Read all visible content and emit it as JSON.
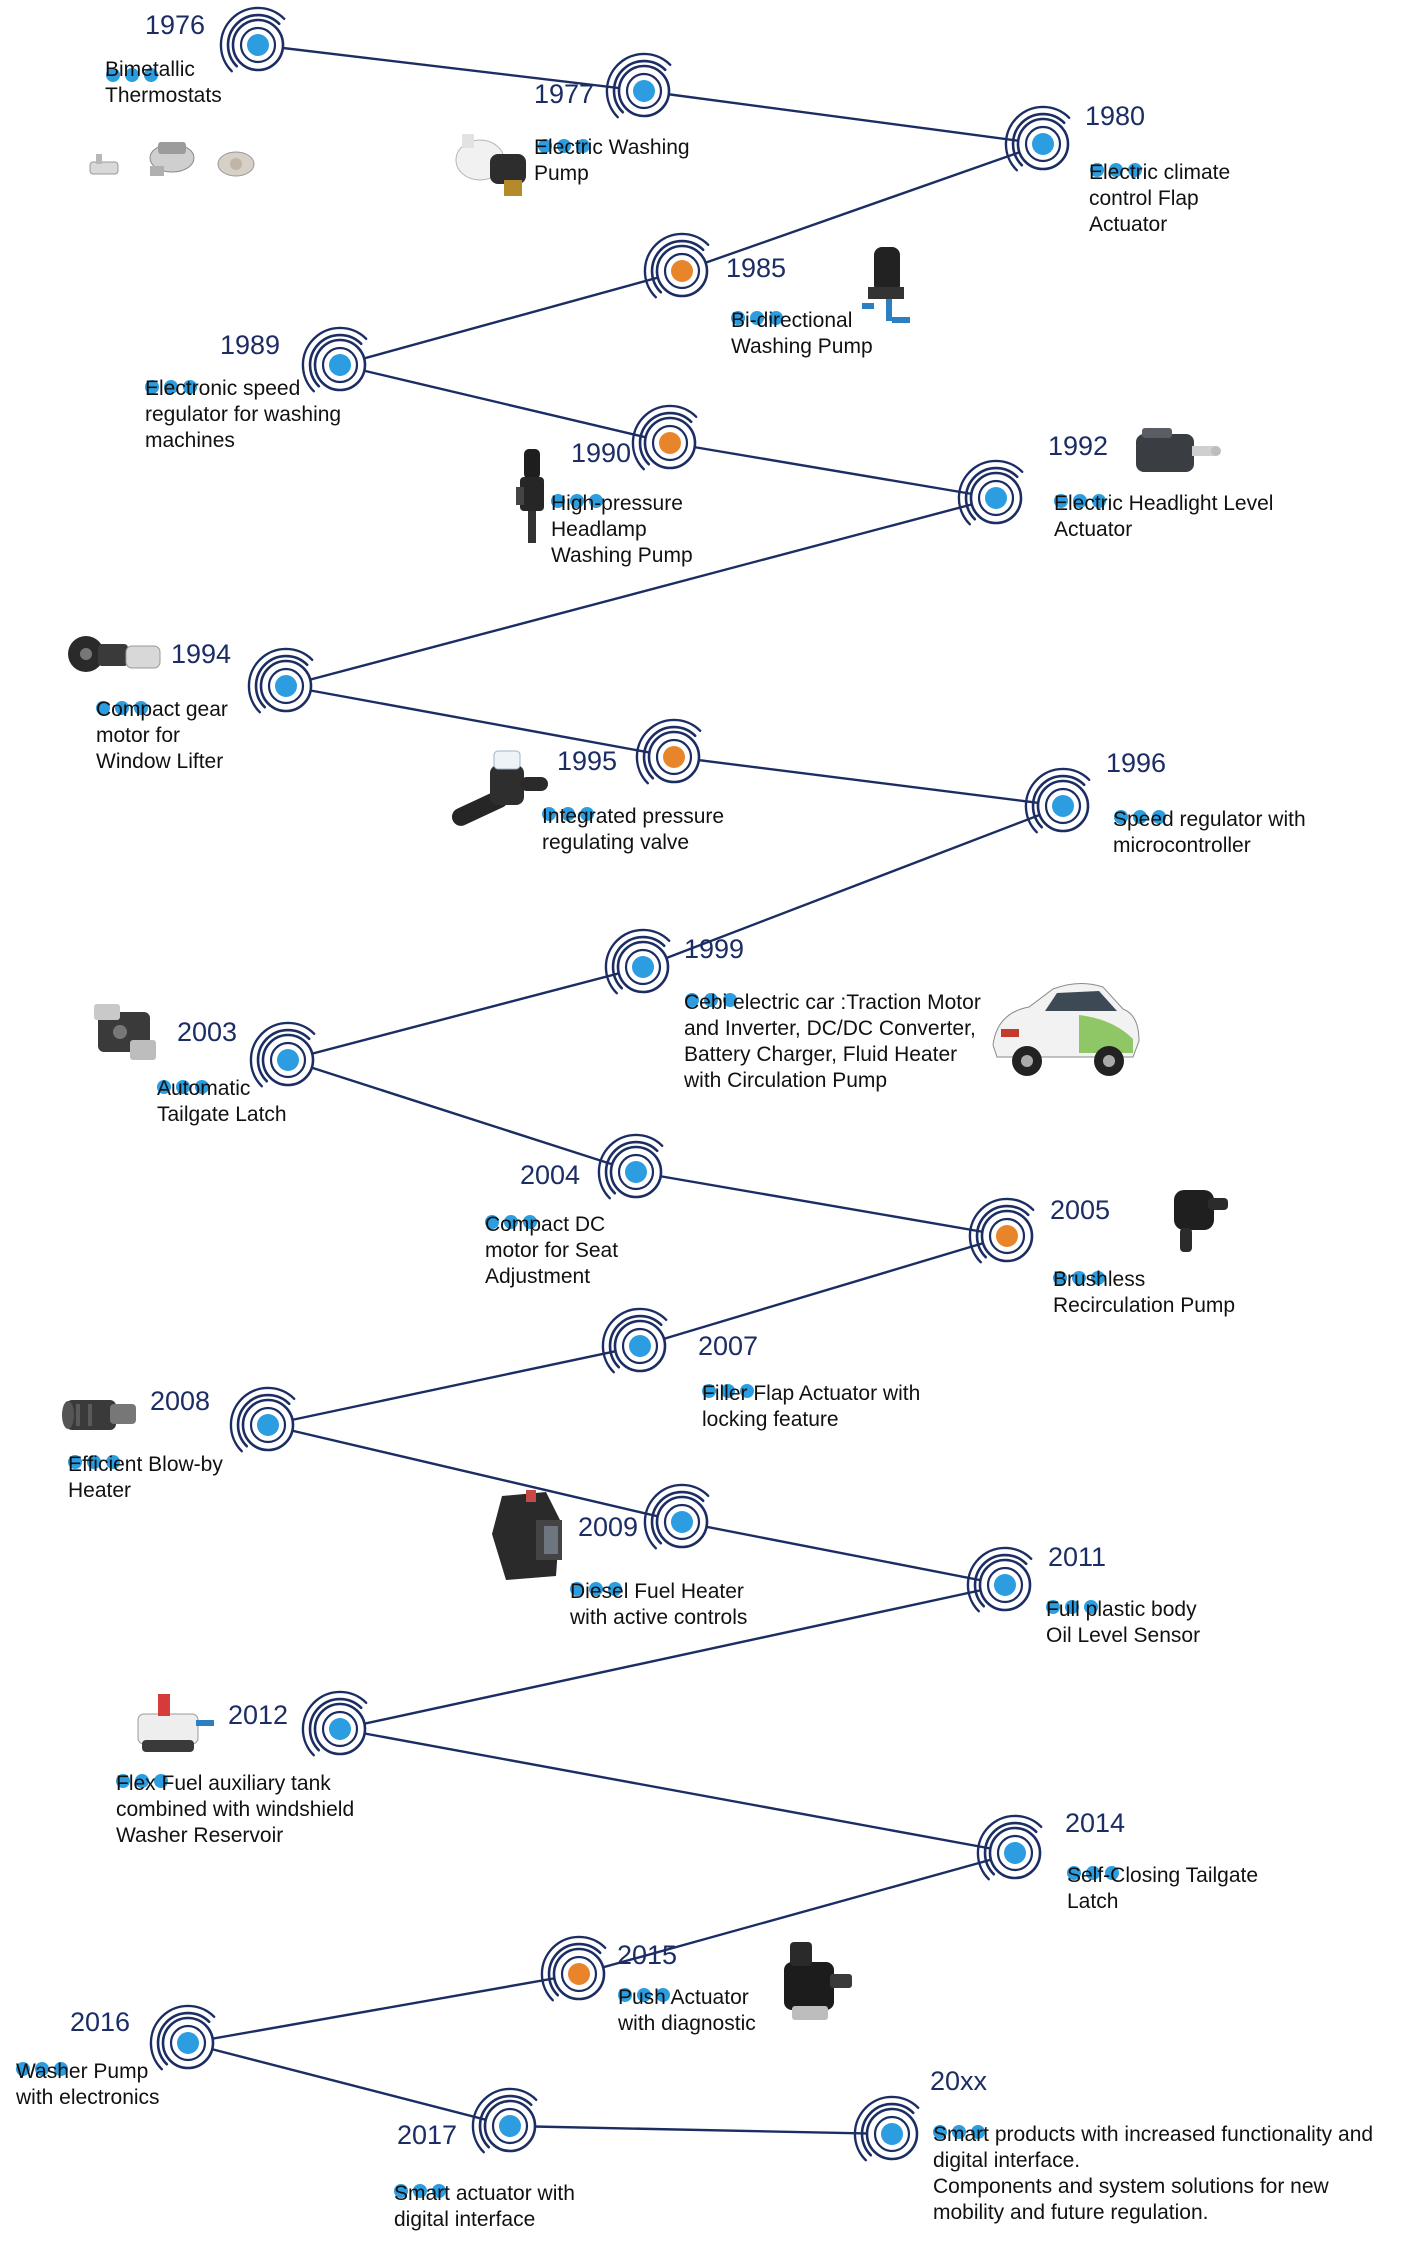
{
  "colors": {
    "navy": "#1b2d63",
    "blue": "#2b9de0",
    "orange": "#e8852a",
    "text": "#111111"
  },
  "milestones": [
    {
      "year": "1976",
      "lines": [
        "Bimetallic",
        "Thermostats"
      ],
      "center_color": "blue",
      "image": "bimetallic-thermostats-image"
    },
    {
      "year": "1977",
      "lines": [
        "Electric Washing",
        "Pump"
      ],
      "center_color": "blue",
      "image": "electric-washing-pump-image"
    },
    {
      "year": "1980",
      "lines": [
        "Electric climate",
        "control Flap",
        "Actuator"
      ],
      "center_color": "blue",
      "image": ""
    },
    {
      "year": "1985",
      "lines": [
        "Bi-directional",
        "Washing Pump"
      ],
      "center_color": "orange",
      "image": "bi-directional-washing-pump-image"
    },
    {
      "year": "1989",
      "lines": [
        "Electronic speed",
        "regulator for washing",
        "machines"
      ],
      "center_color": "blue",
      "image": ""
    },
    {
      "year": "1990",
      "lines": [
        "High-pressure",
        "Headlamp",
        "Washing Pump"
      ],
      "center_color": "orange",
      "image": "high-pressure-headlamp-pump-image"
    },
    {
      "year": "1992",
      "lines": [
        "Electric Headlight Level",
        "Actuator"
      ],
      "center_color": "blue",
      "image": "headlight-level-actuator-image"
    },
    {
      "year": "1994",
      "lines": [
        "Compact gear",
        "motor for",
        "Window Lifter"
      ],
      "center_color": "blue",
      "image": "window-lifter-motor-image"
    },
    {
      "year": "1995",
      "lines": [
        "Integrated pressure",
        "regulating valve"
      ],
      "center_color": "orange",
      "image": "pressure-regulating-valve-image"
    },
    {
      "year": "1996",
      "lines": [
        "Speed regulator with",
        "microcontroller"
      ],
      "center_color": "blue",
      "image": ""
    },
    {
      "year": "1999",
      "lines": [
        "Cebi electric car :Traction Motor",
        "and Inverter, DC/DC Converter,",
        "Battery Charger, Fluid Heater",
        "with Circulation Pump"
      ],
      "center_color": "blue",
      "image": "electric-car-image"
    },
    {
      "year": "2003",
      "lines": [
        "Automatic",
        "Tailgate Latch"
      ],
      "center_color": "blue",
      "image": "tailgate-latch-image"
    },
    {
      "year": "2004",
      "lines": [
        "Compact DC",
        "motor for Seat",
        "Adjustment"
      ],
      "center_color": "blue",
      "image": ""
    },
    {
      "year": "2005",
      "lines": [
        "Brushless",
        "Recirculation Pump"
      ],
      "center_color": "orange",
      "image": "recirculation-pump-image"
    },
    {
      "year": "2007",
      "lines": [
        "Filler Flap Actuator with",
        "locking feature"
      ],
      "center_color": "blue",
      "image": ""
    },
    {
      "year": "2008",
      "lines": [
        "Efficient Blow-by",
        "Heater"
      ],
      "center_color": "blue",
      "image": "blow-by-heater-image"
    },
    {
      "year": "2009",
      "lines": [
        "Diesel Fuel Heater",
        "with active controls"
      ],
      "center_color": "blue",
      "image": "diesel-fuel-heater-image"
    },
    {
      "year": "2011",
      "lines": [
        "Full plastic body",
        "Oil Level Sensor"
      ],
      "center_color": "blue",
      "image": ""
    },
    {
      "year": "2012",
      "lines": [
        "Flex Fuel auxiliary tank",
        "combined with windshield",
        "Washer Reservoir"
      ],
      "center_color": "blue",
      "image": "flex-fuel-tank-image"
    },
    {
      "year": "2014",
      "lines": [
        "Self-Closing Tailgate",
        "Latch"
      ],
      "center_color": "blue",
      "image": ""
    },
    {
      "year": "2015",
      "lines": [
        "Push Actuator",
        "with diagnostic"
      ],
      "center_color": "orange",
      "image": "push-actuator-image"
    },
    {
      "year": "2016",
      "lines": [
        "Washer Pump",
        "with electronics"
      ],
      "center_color": "blue",
      "image": ""
    },
    {
      "year": "2017",
      "lines": [
        "Smart actuator with",
        "digital interface"
      ],
      "center_color": "blue",
      "image": ""
    },
    {
      "year": "20xx",
      "lines": [
        "Smart products with increased functionality and",
        "digital interface.",
        "Components and system solutions for new",
        "mobility and future regulation."
      ],
      "center_color": "blue",
      "image": ""
    }
  ]
}
